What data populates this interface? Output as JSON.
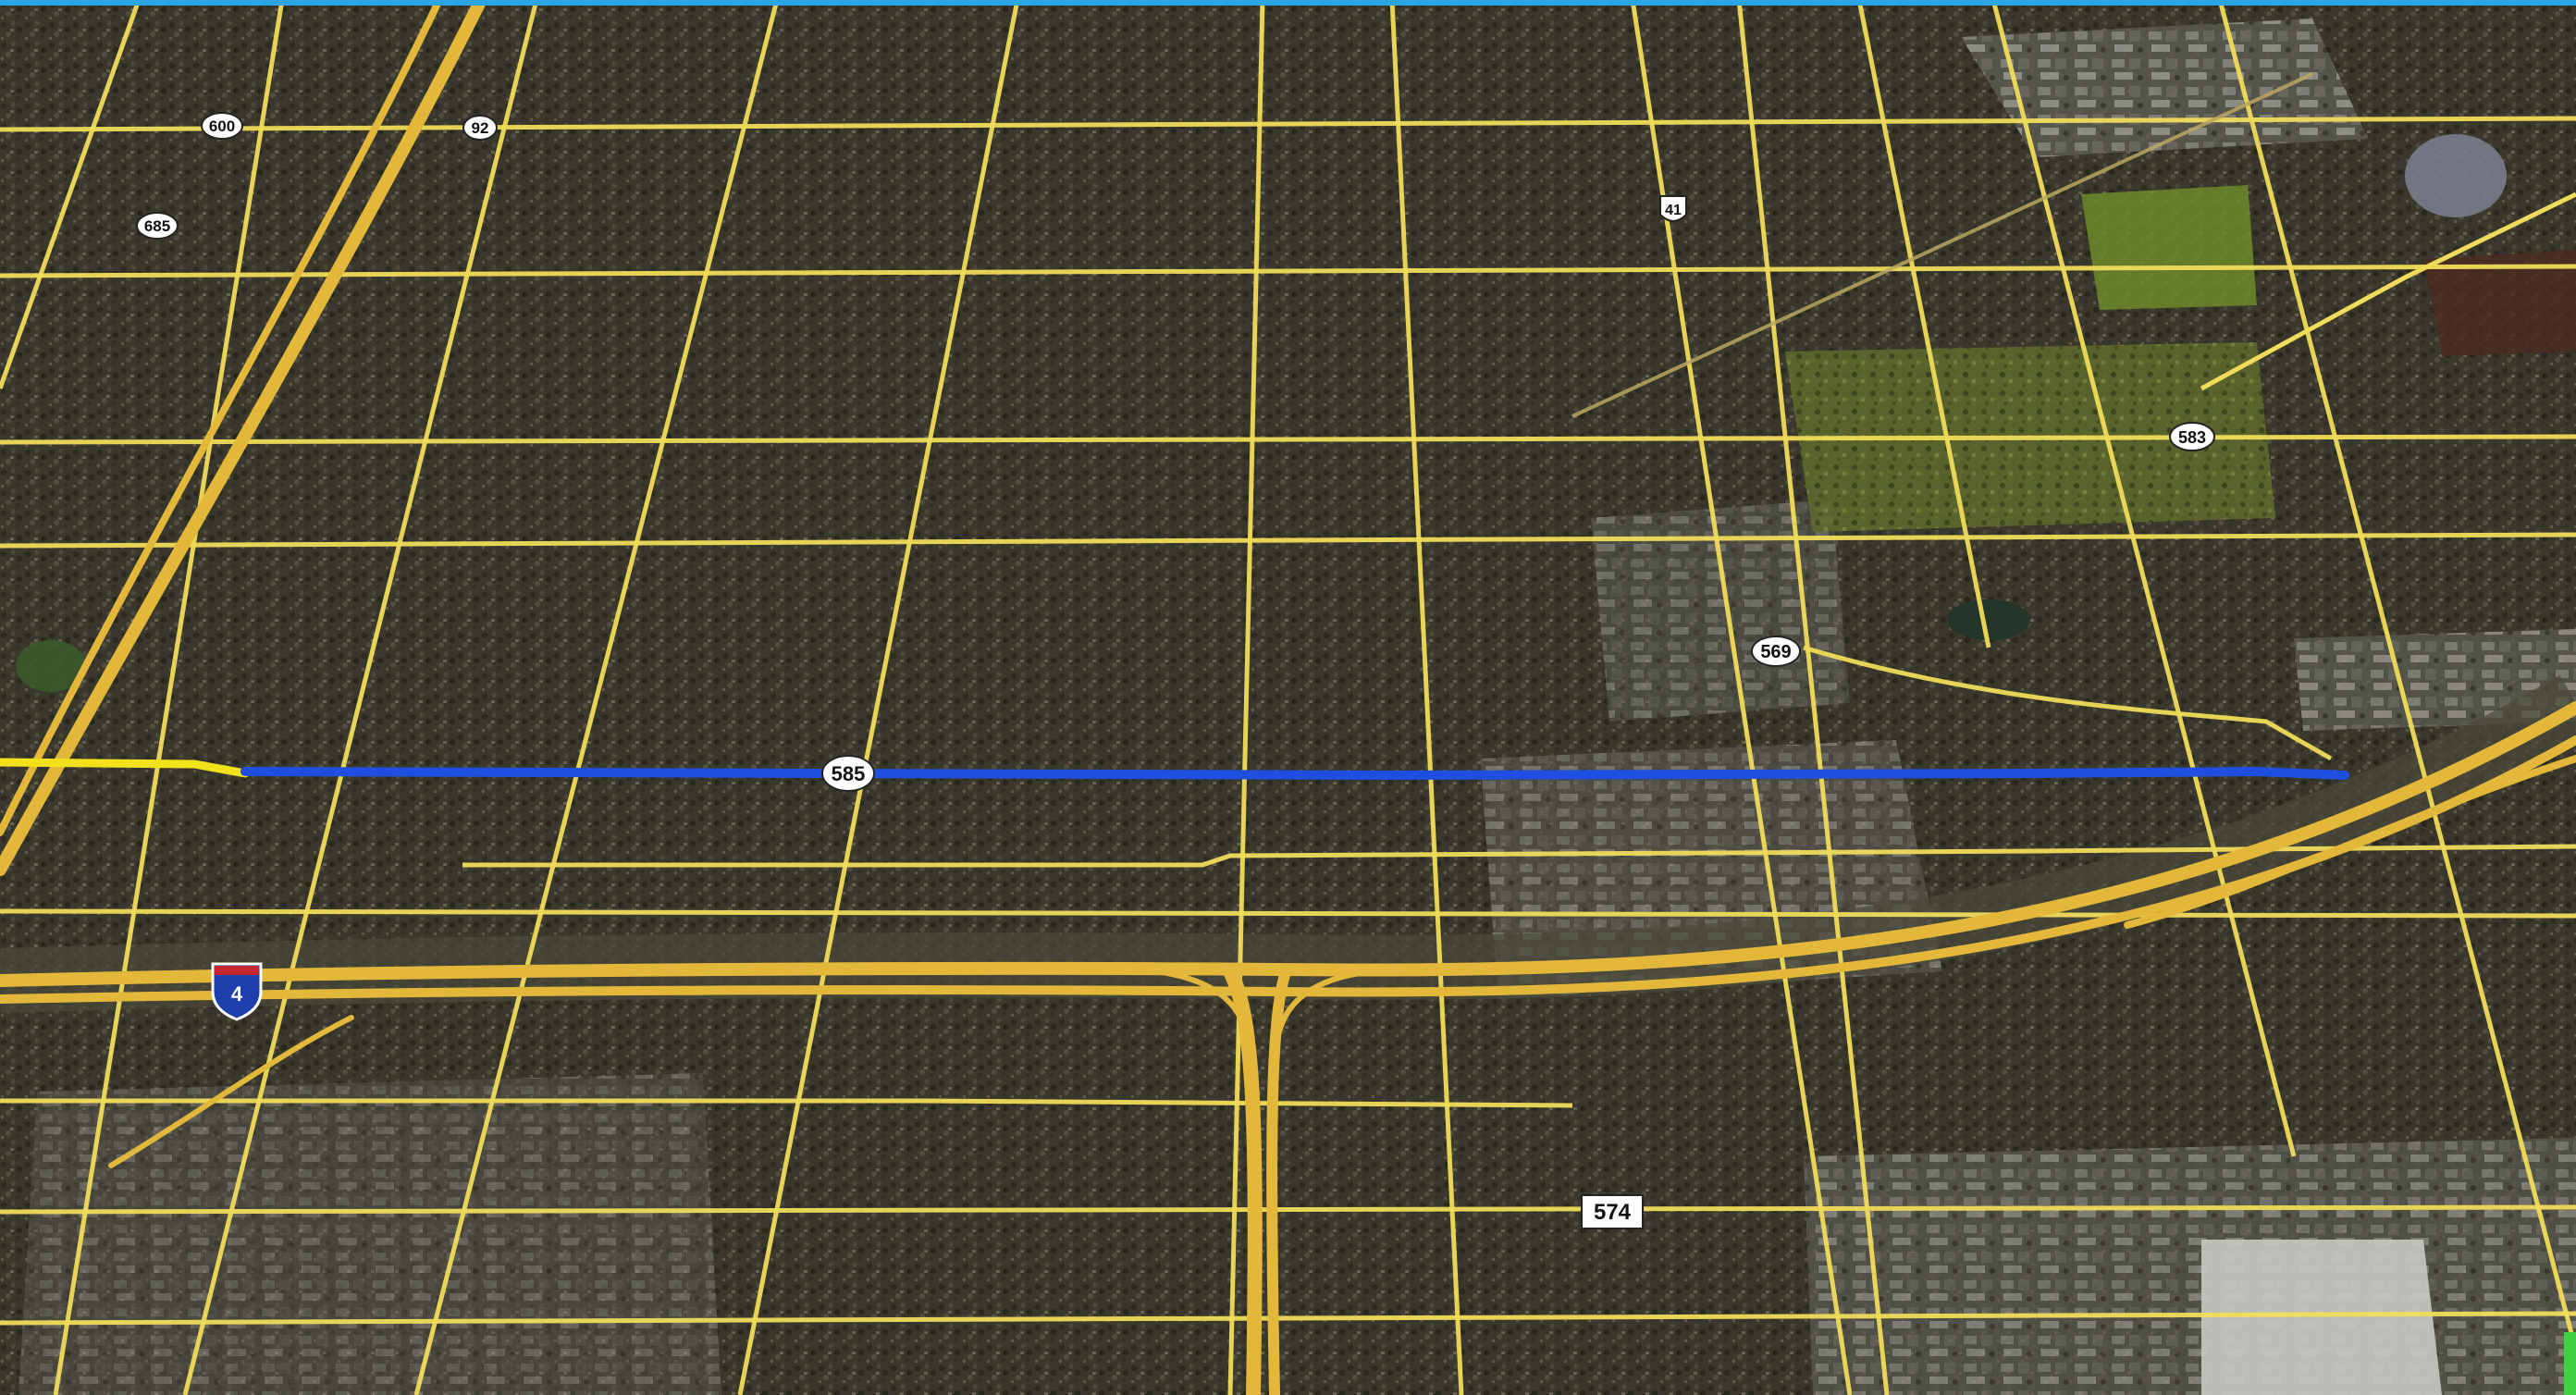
{
  "map": {
    "view": "oblique-satellite-aerial",
    "colors": {
      "imagery_base": "#3b3a2e",
      "road_overlay": "#f0dc5a",
      "highway_overlay": "#e3b83a",
      "highlighted_route": "#1f4fe0",
      "highlight_tail": "#f2e21a",
      "top_accent": "#2aa6e6",
      "corner_accent": "#3fd13f"
    }
  },
  "road_labels": {
    "sr600": "600",
    "sr92": "92",
    "sr685": "685",
    "us41": "41",
    "sr583": "583",
    "sr569": "569",
    "sr585": "585",
    "i4": "4",
    "sr574": "574"
  },
  "highlighted_route": {
    "road": "585",
    "color": "#1f4fe0"
  }
}
